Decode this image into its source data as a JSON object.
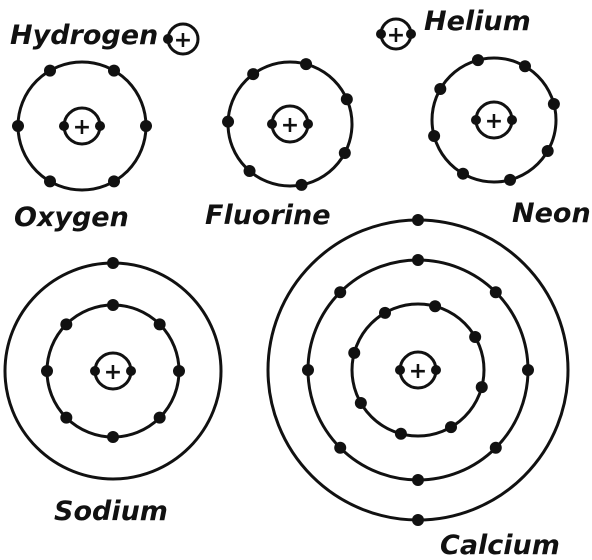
{
  "atoms": [
    {
      "id": "hydrogen",
      "name": "Hydrogen",
      "nucleus_sign": "+",
      "shells": [
        1
      ]
    },
    {
      "id": "helium",
      "name": "Helium",
      "nucleus_sign": "+",
      "shells": [
        2
      ]
    },
    {
      "id": "oxygen",
      "name": "Oxygen",
      "nucleus_sign": "+",
      "shells": [
        2,
        6
      ]
    },
    {
      "id": "fluorine",
      "name": "Fluorine",
      "nucleus_sign": "+",
      "shells": [
        2,
        7
      ]
    },
    {
      "id": "neon",
      "name": "Neon",
      "nucleus_sign": "+",
      "shells": [
        2,
        8
      ]
    },
    {
      "id": "sodium",
      "name": "Sodium",
      "nucleus_sign": "+",
      "shells": [
        2,
        8,
        1
      ]
    },
    {
      "id": "calcium",
      "name": "Calcium",
      "nucleus_sign": "+",
      "shells": [
        2,
        8,
        8,
        2
      ]
    }
  ],
  "colors": {
    "ink": "#111111",
    "paper": "#ffffff"
  }
}
